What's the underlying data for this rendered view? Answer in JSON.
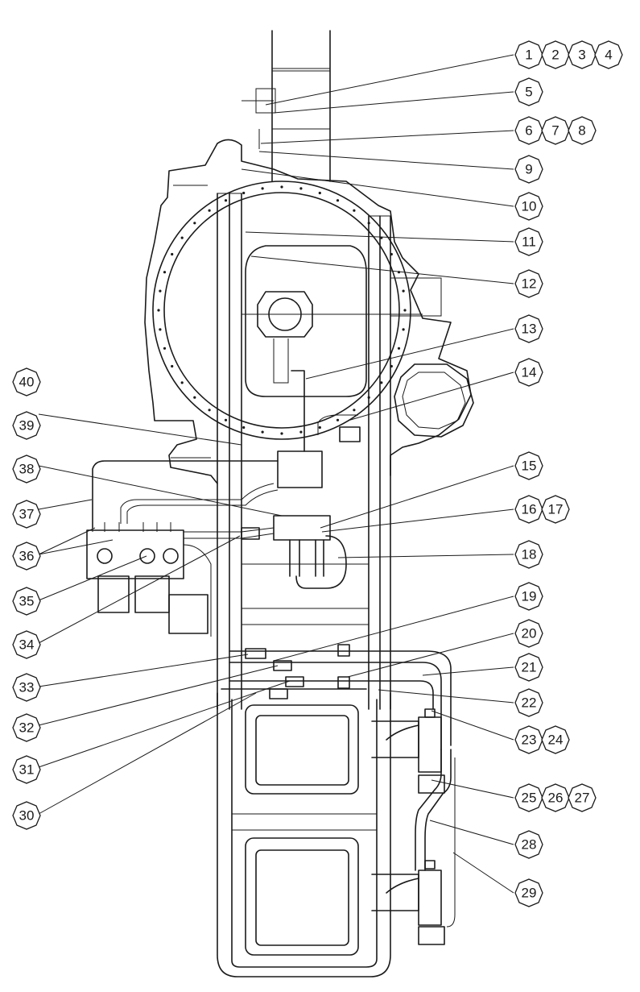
{
  "callouts": [
    {
      "id": "c1",
      "label": "1"
    },
    {
      "id": "c2",
      "label": "2"
    },
    {
      "id": "c3",
      "label": "3"
    },
    {
      "id": "c4",
      "label": "4"
    },
    {
      "id": "c5",
      "label": "5"
    },
    {
      "id": "c6",
      "label": "6"
    },
    {
      "id": "c7",
      "label": "7"
    },
    {
      "id": "c8",
      "label": "8"
    },
    {
      "id": "c9",
      "label": "9"
    },
    {
      "id": "c10",
      "label": "10"
    },
    {
      "id": "c11",
      "label": "11"
    },
    {
      "id": "c12",
      "label": "12"
    },
    {
      "id": "c13",
      "label": "13"
    },
    {
      "id": "c14",
      "label": "14"
    },
    {
      "id": "c15",
      "label": "15"
    },
    {
      "id": "c16",
      "label": "16"
    },
    {
      "id": "c17",
      "label": "17"
    },
    {
      "id": "c18",
      "label": "18"
    },
    {
      "id": "c19",
      "label": "19"
    },
    {
      "id": "c20",
      "label": "20"
    },
    {
      "id": "c21",
      "label": "21"
    },
    {
      "id": "c22",
      "label": "22"
    },
    {
      "id": "c23",
      "label": "23"
    },
    {
      "id": "c24",
      "label": "24"
    },
    {
      "id": "c25",
      "label": "25"
    },
    {
      "id": "c26",
      "label": "26"
    },
    {
      "id": "c27",
      "label": "27"
    },
    {
      "id": "c28",
      "label": "28"
    },
    {
      "id": "c29",
      "label": "29"
    },
    {
      "id": "c30",
      "label": "30"
    },
    {
      "id": "c31",
      "label": "31"
    },
    {
      "id": "c32",
      "label": "32"
    },
    {
      "id": "c33",
      "label": "33"
    },
    {
      "id": "c34",
      "label": "34"
    },
    {
      "id": "c35",
      "label": "35"
    },
    {
      "id": "c36",
      "label": "36"
    },
    {
      "id": "c37",
      "label": "37"
    },
    {
      "id": "c38",
      "label": "38"
    },
    {
      "id": "c39",
      "label": "39"
    },
    {
      "id": "c40",
      "label": "40"
    }
  ]
}
